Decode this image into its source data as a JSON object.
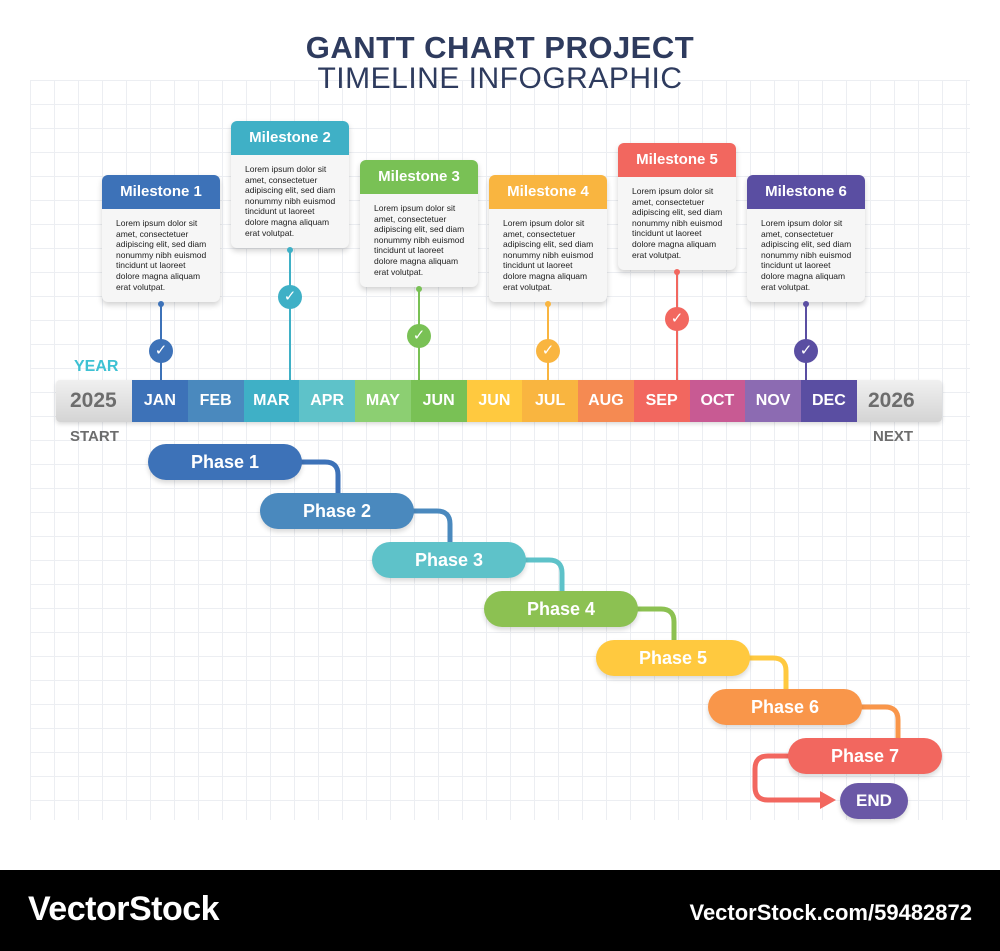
{
  "title": {
    "line1": "GANTT CHART PROJECT",
    "line2": "TIMELINE INFOGRAPHIC"
  },
  "timeline": {
    "year_label": "YEAR",
    "start_year": "2025",
    "end_year": "2026",
    "start_label": "START",
    "end_label": "NEXT",
    "months": [
      {
        "label": "JAN",
        "color": "#3d72b8"
      },
      {
        "label": "FEB",
        "color": "#4a89be"
      },
      {
        "label": "MAR",
        "color": "#3fb0c6"
      },
      {
        "label": "APR",
        "color": "#5ec2c9"
      },
      {
        "label": "MAY",
        "color": "#8ccf72"
      },
      {
        "label": "JUN",
        "color": "#79c155"
      },
      {
        "label": "JUN",
        "color": "#ffc93f"
      },
      {
        "label": "JUL",
        "color": "#f9b540"
      },
      {
        "label": "AUG",
        "color": "#f58a52"
      },
      {
        "label": "SEP",
        "color": "#f2675f"
      },
      {
        "label": "OCT",
        "color": "#c85a93"
      },
      {
        "label": "NOV",
        "color": "#8c6bb2"
      },
      {
        "label": "DEC",
        "color": "#5a4ea2"
      }
    ]
  },
  "milestones": [
    {
      "title": "Milestone 1",
      "text": "Lorem ipsum dolor sit amet, consectetuer adipiscing elit, sed diam nonummy nibh euismod tincidunt ut laoreet dolore magna aliquam erat volutpat.",
      "color": "#3d72b8"
    },
    {
      "title": "Milestone 2",
      "text": "Lorem ipsum dolor sit amet, consectetuer adipiscing elit, sed diam nonummy nibh euismod tincidunt ut laoreet dolore magna aliquam erat volutpat.",
      "color": "#3fb0c6"
    },
    {
      "title": "Milestone 3",
      "text": "Lorem ipsum dolor sit amet, consectetuer adipiscing elit, sed diam nonummy nibh euismod tincidunt ut laoreet dolore magna aliquam erat volutpat.",
      "color": "#79c155"
    },
    {
      "title": "Milestone 4",
      "text": "Lorem ipsum dolor sit amet, consectetuer adipiscing elit, sed diam nonummy nibh euismod tincidunt ut laoreet dolore magna aliquam erat volutpat.",
      "color": "#f9b540"
    },
    {
      "title": "Milestone 5",
      "text": "Lorem ipsum dolor sit amet, consectetuer adipiscing elit, sed diam nonummy nibh euismod tincidunt ut laoreet dolore magna aliquam erat volutpat.",
      "color": "#f2675f"
    },
    {
      "title": "Milestone 6",
      "text": "Lorem ipsum dolor sit amet, consectetuer adipiscing elit, sed diam nonummy nibh euismod tincidunt ut laoreet dolore magna aliquam erat volutpat.",
      "color": "#5a4ea2"
    }
  ],
  "phases": [
    {
      "label": "Phase 1",
      "color": "#3d72b8"
    },
    {
      "label": "Phase 2",
      "color": "#4a89be"
    },
    {
      "label": "Phase 3",
      "color": "#5ec2c9"
    },
    {
      "label": "Phase 4",
      "color": "#8cc152"
    },
    {
      "label": "Phase 5",
      "color": "#ffc93f"
    },
    {
      "label": "Phase 6",
      "color": "#f9964a"
    },
    {
      "label": "Phase 7",
      "color": "#f2675f"
    }
  ],
  "end_label": "END",
  "end_color": "#6a58a6",
  "footer": {
    "brand": "VectorStock",
    "stock_id": "VectorStock.com/59482872"
  }
}
